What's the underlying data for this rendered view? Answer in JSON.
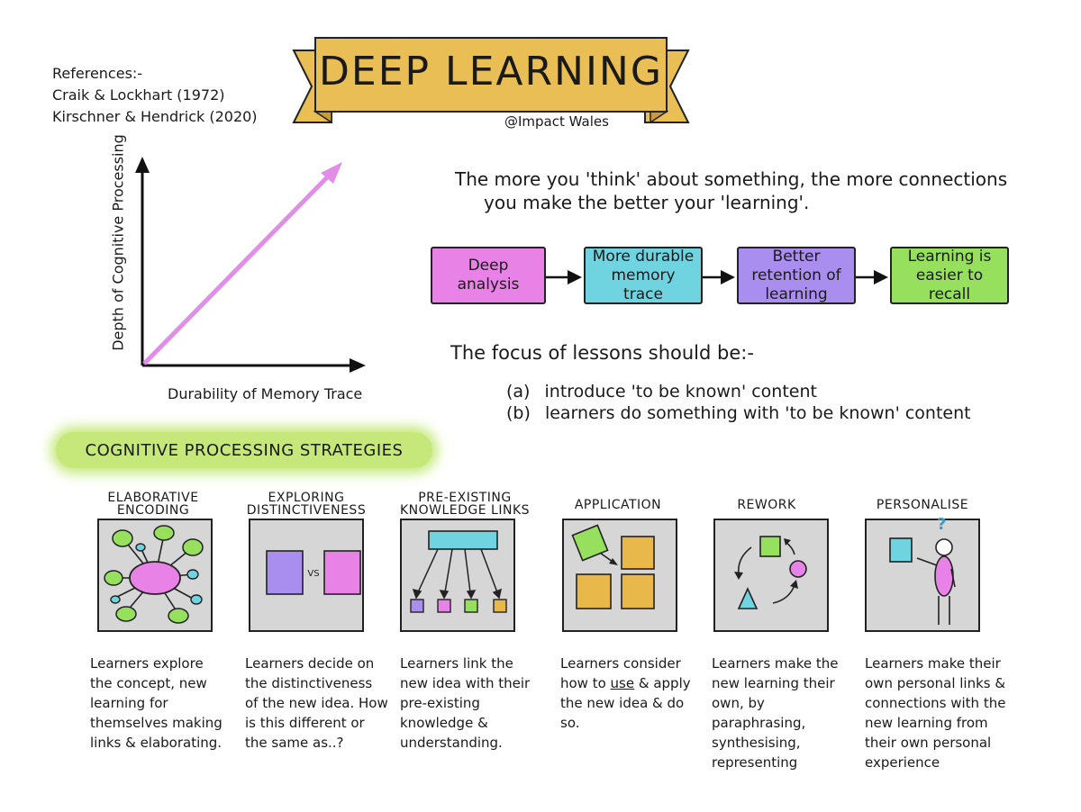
{
  "title": "DEEP LEARNING",
  "handle": "@Impact Wales",
  "references": {
    "heading": "References:-",
    "items": [
      "Craik & Lockhart (1972)",
      "Kirschner & Hendrick (2020)"
    ]
  },
  "graph": {
    "y_label": "Depth of Cognitive Processing",
    "x_label": "Durability of Memory Trace"
  },
  "tagline": {
    "line1": "The more you 'think' about something, the more connections",
    "line2": "you make the better your 'learning'."
  },
  "flow": [
    {
      "label": "Deep analysis",
      "color": "#e882e6"
    },
    {
      "label": "More durable memory trace",
      "color": "#6fd3e0"
    },
    {
      "label": "Better retention of learning",
      "color": "#a98ef0"
    },
    {
      "label": "Learning is easier to recall",
      "color": "#96e05e"
    }
  ],
  "focus": {
    "title": "The focus of lessons should be:-",
    "items": [
      {
        "marker": "(a)",
        "text": "introduce 'to be known' content"
      },
      {
        "marker": "(b)",
        "text": "learners do something with 'to be known' content"
      }
    ]
  },
  "section_label": "COGNITIVE PROCESSING STRATEGIES",
  "strategies": [
    {
      "title_line1": "ELABORATIVE",
      "title_line2": "ENCODING",
      "icon": "mind-map-icon",
      "description": "Learners explore the concept, new learning for themselves making links & elaborating."
    },
    {
      "title_line1": "EXPLORING",
      "title_line2": "DISTINCTIVENESS",
      "icon": "versus-icon",
      "vs_text": "VS",
      "description": "Learners decide on the distinctiveness of the new idea. How is this different or the same as..?"
    },
    {
      "title_line1": "PRE-EXISTING",
      "title_line2": "KNOWLEDGE LINKS",
      "icon": "hierarchy-icon",
      "description": "Learners link the new idea with their pre-existing knowledge & understanding."
    },
    {
      "title_line1": "APPLICATION",
      "title_line2": "",
      "icon": "apply-blocks-icon",
      "description_pre": "Learners consider how to ",
      "description_emph": "use",
      "description_post": " & apply the new idea & do so."
    },
    {
      "title_line1": "REWORK",
      "title_line2": "",
      "icon": "cycle-shapes-icon",
      "description": "Learners make the new learning their own, by paraphrasing, synthesising, representing"
    },
    {
      "title_line1": "PERSONALISE",
      "title_line2": "",
      "icon": "person-question-icon",
      "question_mark": "?",
      "description": "Learners make their own personal links & connections with the new learning from their own personal experience"
    }
  ],
  "colors": {
    "banner": "#e9bf55",
    "pink": "#e882e6",
    "cyan": "#6fd3e0",
    "purple": "#a98ef0",
    "green": "#96e05e",
    "panel": "#d6d6d6",
    "highlight": "#c6e87a",
    "mustard": "#e8b94a"
  }
}
